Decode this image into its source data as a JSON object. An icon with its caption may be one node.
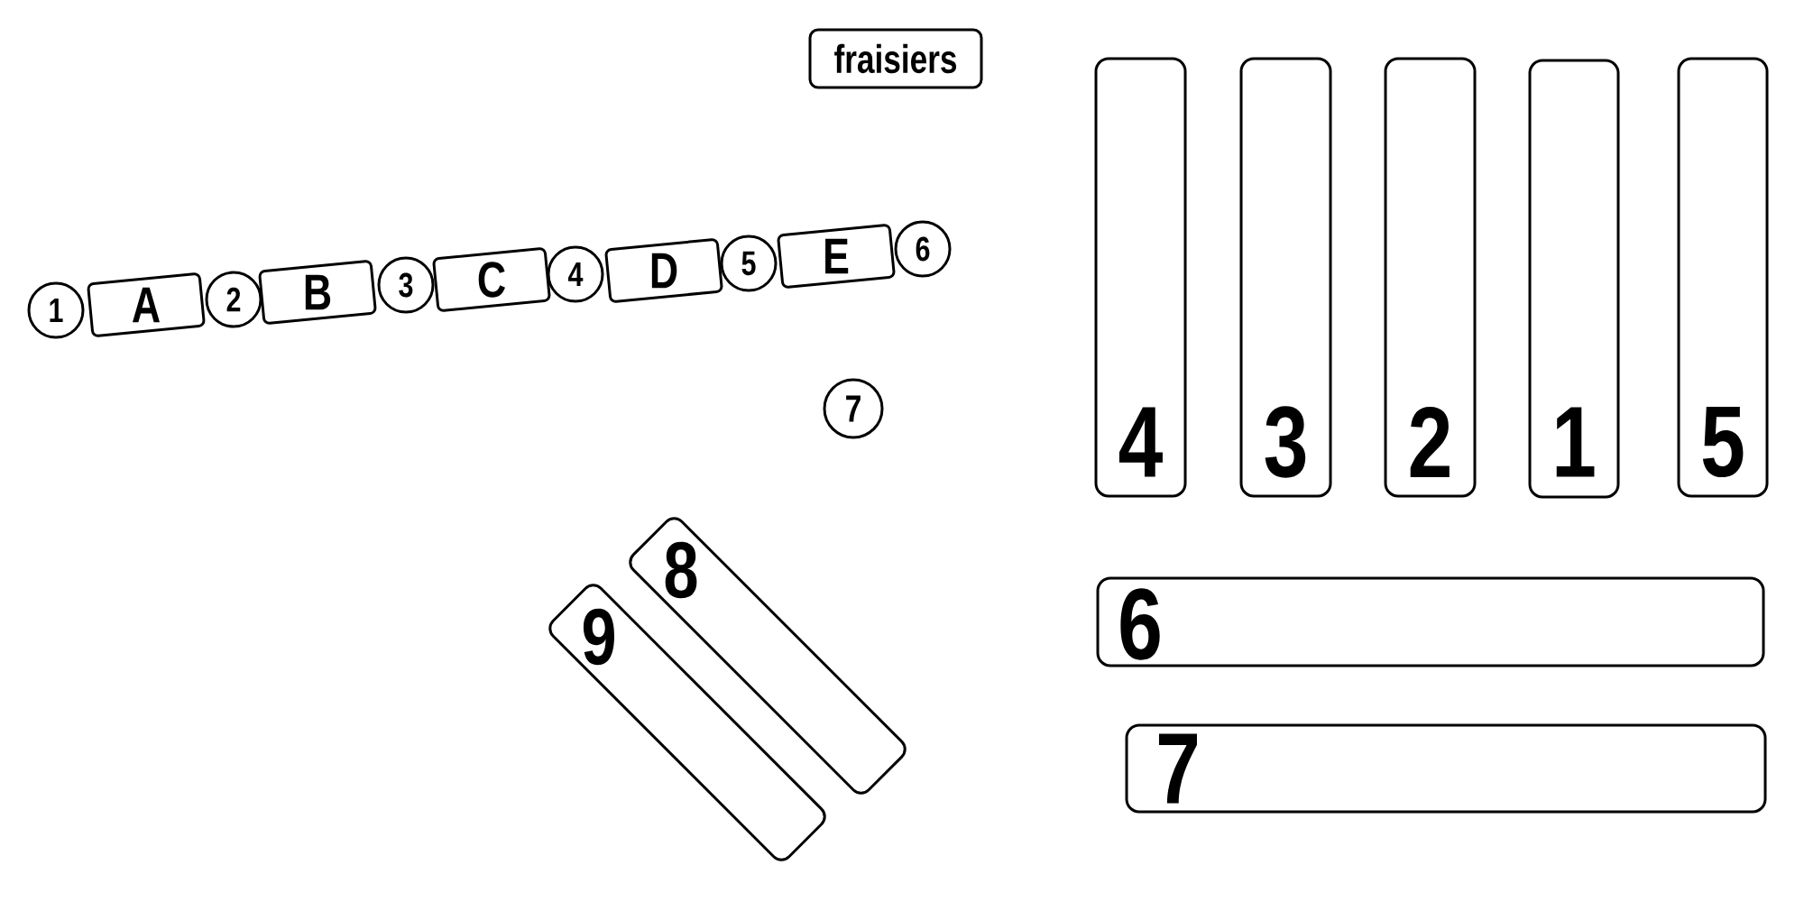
{
  "diagram": {
    "nodes": [
      {
        "text": [
          "fraisiers"
        ]
      },
      {
        "text": [
          "1"
        ]
      },
      {
        "text": [
          "A"
        ]
      },
      {
        "text": [
          "2"
        ]
      },
      {
        "text": [
          "B"
        ]
      },
      {
        "text": [
          "3"
        ]
      },
      {
        "text": [
          "C"
        ]
      },
      {
        "text": [
          "4"
        ]
      },
      {
        "text": [
          "D"
        ]
      },
      {
        "text": [
          "5"
        ]
      },
      {
        "text": [
          "E"
        ]
      },
      {
        "text": [
          "6"
        ]
      },
      {
        "text": [
          "7"
        ]
      },
      {
        "text": [
          "4"
        ]
      },
      {
        "text": [
          "3"
        ]
      },
      {
        "text": [
          "2"
        ]
      },
      {
        "text": [
          "1"
        ]
      },
      {
        "text": [
          "5"
        ]
      },
      {
        "text": [
          "8"
        ]
      },
      {
        "text": [
          "9"
        ]
      },
      {
        "text": [
          "6"
        ]
      },
      {
        "text": [
          "7"
        ]
      }
    ]
  }
}
